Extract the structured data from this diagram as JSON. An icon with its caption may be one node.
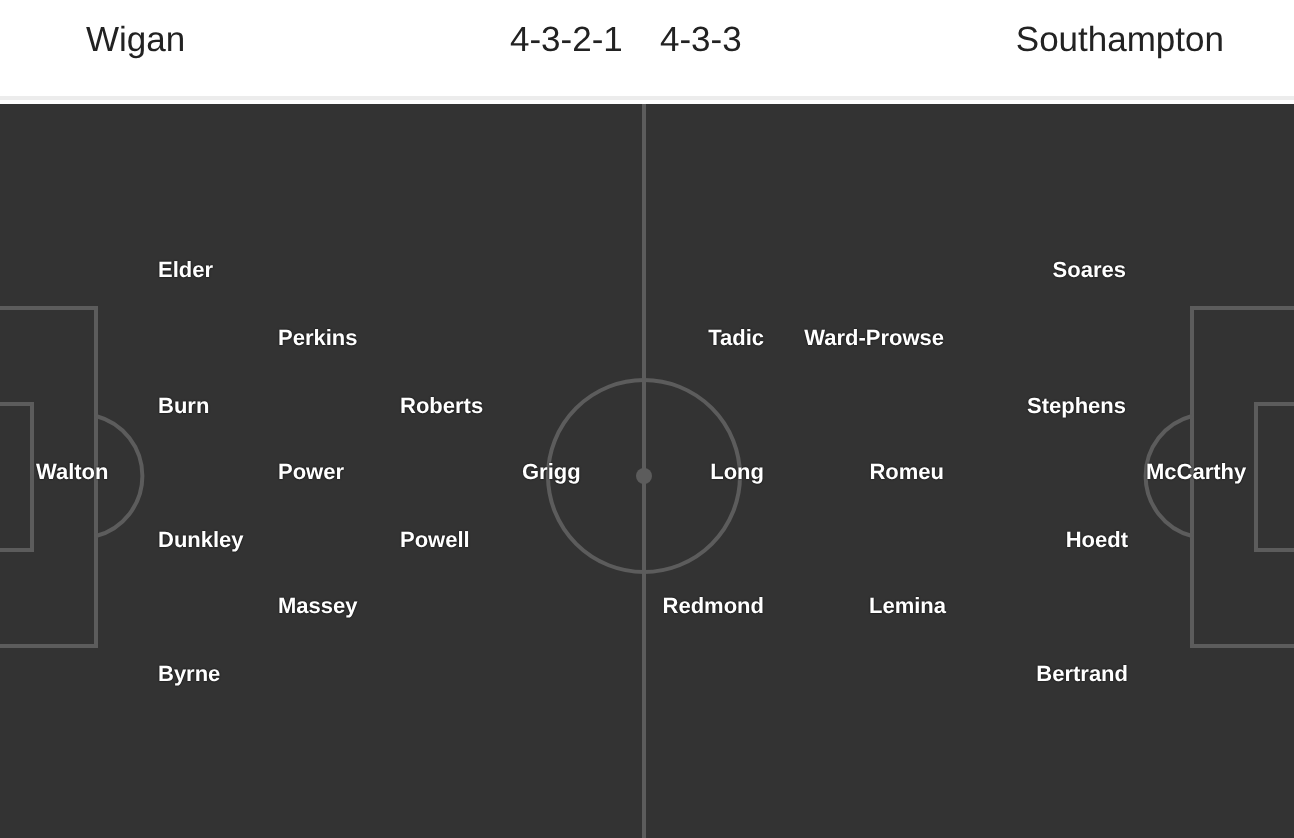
{
  "diagram": {
    "labels": [
      "Wigan",
      "4-3-2-1",
      "4-3-3",
      "Southampton",
      "Elder",
      "Soares",
      "Perkins",
      "Tadic",
      "Ward-Prowse",
      "Burn",
      "Roberts",
      "Stephens",
      "Walton",
      "Power",
      "Grigg",
      "Long",
      "Romeu",
      "McCarthy",
      "Dunkley",
      "Powell",
      "Hoedt",
      "Massey",
      "Redmond",
      "Lemina",
      "Byrne",
      "Bertrand"
    ]
  }
}
